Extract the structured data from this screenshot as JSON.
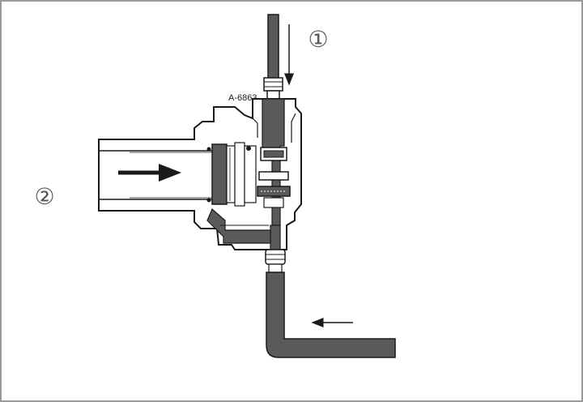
{
  "diagram": {
    "part_label": "A-6863",
    "callout_1": "①",
    "callout_2": "②",
    "colors": {
      "line": "#1a1a1a",
      "fluid": "#5a5a5a",
      "body_fill": "#ffffff",
      "frame": "#9a9a9a",
      "callout": "#555555"
    }
  }
}
